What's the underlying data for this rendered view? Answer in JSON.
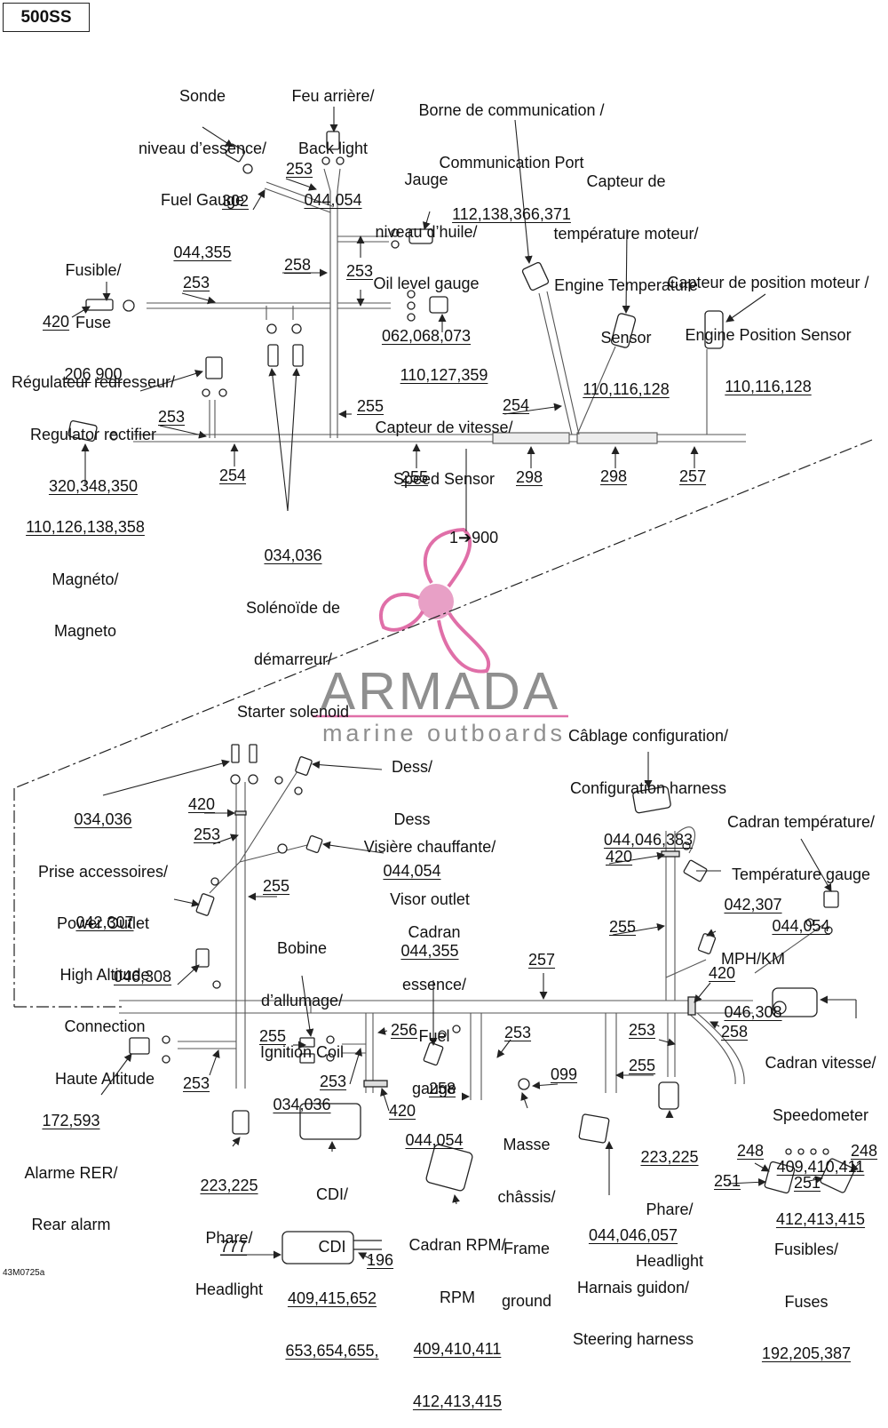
{
  "model": "500SS",
  "figure_code": "43M0725a",
  "watermark": {
    "name": "ARMADA",
    "tagline": "marine outboards",
    "accent_color": "#e06fa8"
  },
  "colors": {
    "line": "#222222",
    "harness": "#777777",
    "watermark_text": "#8f8f8f"
  },
  "top_section": {
    "fuel_gauge_sensor": {
      "l1": "Sonde",
      "l2": "niveau d’essence/",
      "l3": "Fuel Gauge",
      "refs": "044,355"
    },
    "back_light": {
      "l1": "Feu arrière/",
      "l2": "Back light",
      "refs": "044,054"
    },
    "comm_port": {
      "l1": "Borne de communication /",
      "l2": "Communication Port",
      "refs": "112,138,366,371"
    },
    "oil_gauge": {
      "l1": "Jauge",
      "l2": "niveau d’huile/",
      "l3": "Oil level gauge",
      "refs": "062,068,073"
    },
    "engine_temp": {
      "l1": "Capteur de",
      "l2": "température moteur/",
      "l3": "Engine Temperature",
      "l4": "Sensor",
      "refs": "110,116,128"
    },
    "engine_position": {
      "l1": "Capteur de position moteur /",
      "l2": "Engine Position Sensor",
      "refs": "110,116,128"
    },
    "fuse": {
      "l1": "Fusible/",
      "l2": "Fuse",
      "ref_a": "206",
      "ref_b": "900"
    },
    "speed_sensor": {
      "refs": "110,127,359",
      "l1": "Capteur de vitesse/",
      "l2": "Speed Sensor"
    },
    "regulator": {
      "l1": "Régulateur redresseur/",
      "l2": "Regulator rectifier",
      "refs": "320,348,350"
    },
    "magneto": {
      "refs": "110,126,138,358",
      "l1": "Magnéto/",
      "l2": "Magneto"
    },
    "starter_solenoid": {
      "refs": "034,036",
      "l1": "Solénoïde de",
      "l2": "démarreur/",
      "l3": "Starter solenoid"
    },
    "page_ref": "1➔900",
    "numbers": {
      "n253": "253",
      "n302": "302",
      "n258": "258",
      "n420": "420",
      "n255": "255",
      "n254": "254",
      "n298": "298",
      "n257": "257"
    }
  },
  "bottom_section": {
    "config_harness": {
      "l1": "Câblage configuration/",
      "l2": "Configuration harness",
      "refs": "044,046,383"
    },
    "dess": {
      "l1": "Dess/",
      "l2": "Dess",
      "refs": "044,054"
    },
    "power_outlet": {
      "refs": "034,036",
      "l1": "Prise accessoires/",
      "l2": "Power Outlet"
    },
    "visor_outlet": {
      "l1": "Visière chauffante/",
      "l2": "Visor outlet",
      "refs": "044,355"
    },
    "temp_gauge": {
      "l1": "Cadran température/",
      "l2": "Température gauge",
      "refs": "044,054"
    },
    "high_altitude": {
      "refs": "042,307",
      "l1": "High Altitude",
      "l2": "Connection",
      "l3": "Haute Altitude"
    },
    "ignition_coil": {
      "l1": "Bobine",
      "l2": "d’allumage/",
      "l3": "Ignition Coil",
      "refs": "034,036"
    },
    "fuel_gauge_dial": {
      "l1": "Cadran",
      "l2": "essence/",
      "l3": "Fuel",
      "l4": "gauge",
      "refs": "044,054"
    },
    "mph_km": {
      "refs_a": "042,307",
      "label": "MPH/KM",
      "refs_b": "046,308"
    },
    "speedometer": {
      "l1": "Cadran vitesse/",
      "l2": "Speedometer",
      "refs_a": "409,410,411",
      "refs_b": "412,413,415"
    },
    "rear_alarm": {
      "refs": "172,593",
      "l1": "Alarme RER/",
      "l2": "Rear alarm"
    },
    "headlight_left": {
      "refs": "223,225",
      "l1": "Phare/",
      "l2": "Headlight"
    },
    "cdi": {
      "l1": "CDI/",
      "l2": "CDI",
      "refs_a": "409,415,652",
      "refs_b": "653,654,655,"
    },
    "frame_ground": {
      "ref": "099",
      "l1": "Masse",
      "l2": "châssis/",
      "l3": "Frame",
      "l4": "ground"
    },
    "headlight_right": {
      "refs": "223,225",
      "l1": "Phare/",
      "l2": "Headlight"
    },
    "rpm": {
      "l1": "Cadran RPM/",
      "l2": "RPM",
      "refs_a": "409,410,411",
      "refs_b": "412,413,415"
    },
    "steering_harness": {
      "refs": "044,046,057",
      "l1": "Harnais guidon/",
      "l2": "Steering harness"
    },
    "fuses": {
      "l1": "Fusibles/",
      "l2": "Fuses",
      "refs": "192,205,387"
    },
    "ref_046_308": "046,308",
    "numbers": {
      "n420": "420",
      "n253": "253",
      "n255": "255",
      "n256": "256",
      "n258": "258",
      "n257": "257",
      "n248": "248",
      "n251": "251",
      "n777": "777",
      "n196": "196"
    }
  }
}
